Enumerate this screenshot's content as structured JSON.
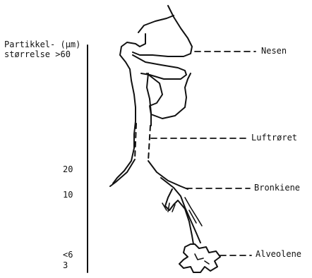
{
  "scale": {
    "header_line1": "Partikkel-  (µm)",
    "header_line2": "størrelse  >60",
    "ticks": [
      "20",
      "10",
      "<6",
      "3"
    ]
  },
  "labels": {
    "nose": "Nesen",
    "trachea": "Luftrøret",
    "bronchi": "Bronkiene",
    "alveoli": "Alveolene"
  }
}
